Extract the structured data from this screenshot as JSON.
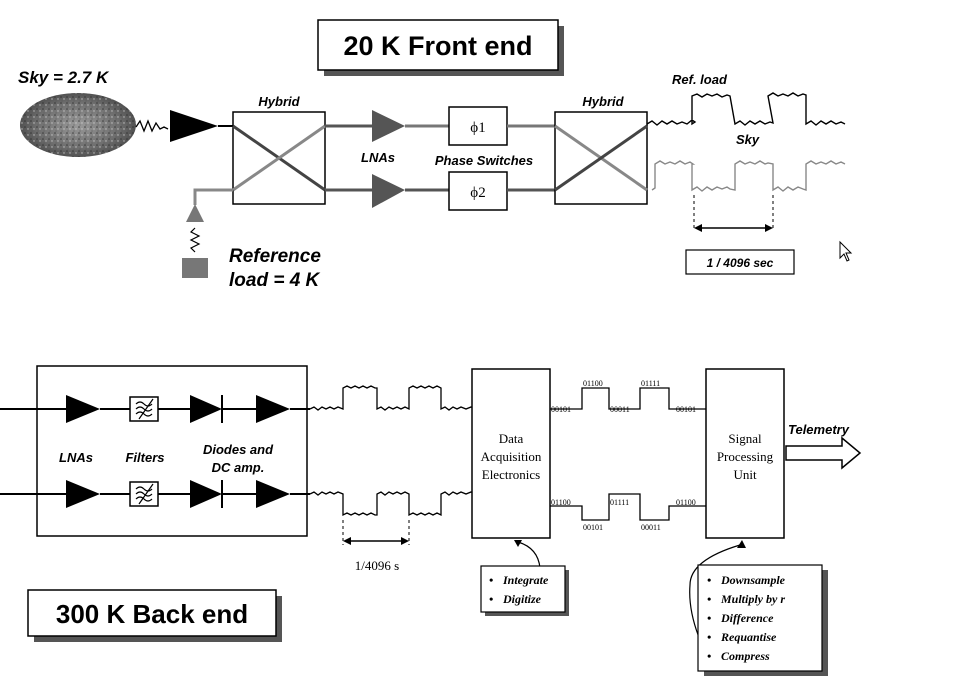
{
  "front_end": {
    "title": "20 K Front end",
    "sky_label": "Sky = 2.7 K",
    "hybrid_left_label": "Hybrid",
    "hybrid_right_label": "Hybrid",
    "lnas_label": "LNAs",
    "phase_switches_label": "Phase Switches",
    "phi1_label": "ϕ1",
    "phi2_label": "ϕ2",
    "reference_load_line1": "Reference",
    "reference_load_line2": "load = 4 K",
    "ref_load_wave_label": "Ref. load",
    "sky_wave_label": "Sky",
    "period_label": "1 / 4096 sec"
  },
  "back_end": {
    "title": "300 K Back end",
    "lnas_label": "LNAs",
    "filters_label": "Filters",
    "diodes_line1": "Diodes and",
    "diodes_line2": "DC amp.",
    "period_label": "1/4096 s",
    "dae_line1": "Data",
    "dae_line2": "Acquisition",
    "dae_line3": "Electronics",
    "spu_line1": "Signal",
    "spu_line2": "Processing",
    "spu_line3": "Unit",
    "telemetry_label": "Telemetry",
    "bits_top": [
      "00101",
      "01100",
      "00011",
      "01111",
      "00101"
    ],
    "bits_bottom": [
      "01100",
      "00101",
      "01111",
      "00011",
      "01100"
    ],
    "dae_notes": [
      "Integrate",
      "Digitize"
    ],
    "spu_notes": [
      "Downsample",
      "Multiply by r",
      "Difference",
      "Requantise",
      "Compress"
    ]
  }
}
